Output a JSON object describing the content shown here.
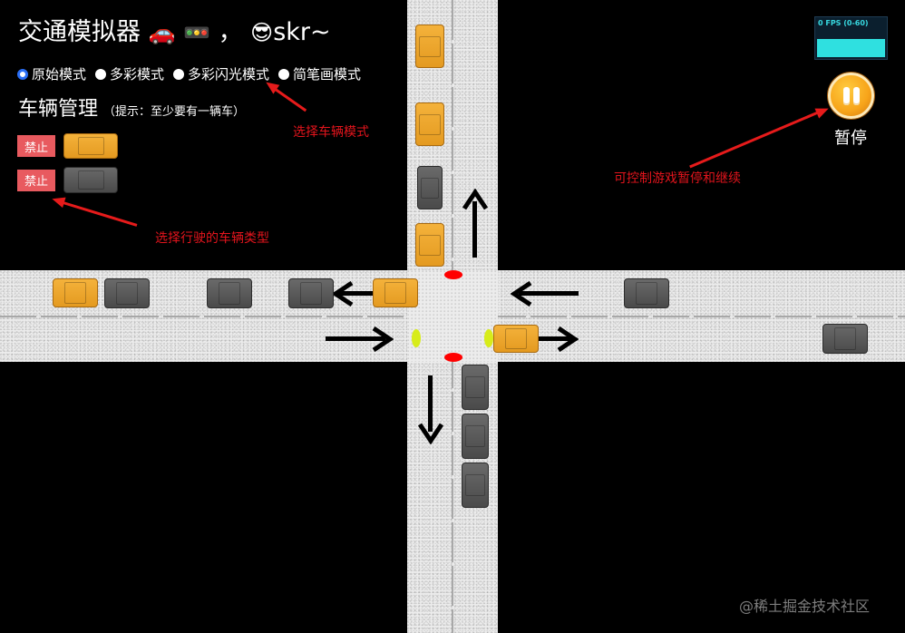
{
  "header": {
    "title": "交通模拟器",
    "title_emoji_car": "🚗",
    "title_emoji_light": "🚥",
    "title_sep": "，",
    "title_emoji_cool": "😎",
    "title_suffix": "skr~"
  },
  "modes": {
    "selected": "原始模式",
    "options": [
      {
        "label": "原始模式",
        "checked": true
      },
      {
        "label": "多彩模式",
        "checked": false
      },
      {
        "label": "多彩闪光模式",
        "checked": false
      },
      {
        "label": "简笔画模式",
        "checked": false
      }
    ]
  },
  "vehicle_management": {
    "title": "车辆管理",
    "hint": "（提示：至少要有一辆车）",
    "vehicles": [
      {
        "type": "yellow-van",
        "color": "#f0a92e",
        "button_label": "禁止"
      },
      {
        "type": "gray-suv",
        "color": "#5a5a5a",
        "button_label": "禁止"
      }
    ]
  },
  "fps_meter": {
    "label": "0 FPS (0-60)",
    "color": "#2fe0e0"
  },
  "pause_control": {
    "label": "暂停",
    "icon": "pause-icon",
    "color": "#f7a41a"
  },
  "annotations": {
    "mode_select": "选择车辆模式",
    "vehicle_type": "选择行驶的车辆类型",
    "pause": "可控制游戏暂停和继续",
    "color": "#e2141c"
  },
  "intersection": {
    "lights": {
      "north": "red",
      "south": "red",
      "west": "yellow",
      "east": "yellow"
    },
    "direction_arrows": [
      "up",
      "down",
      "left",
      "left",
      "right",
      "right"
    ]
  },
  "watermark": "@稀土掘金技术社区"
}
